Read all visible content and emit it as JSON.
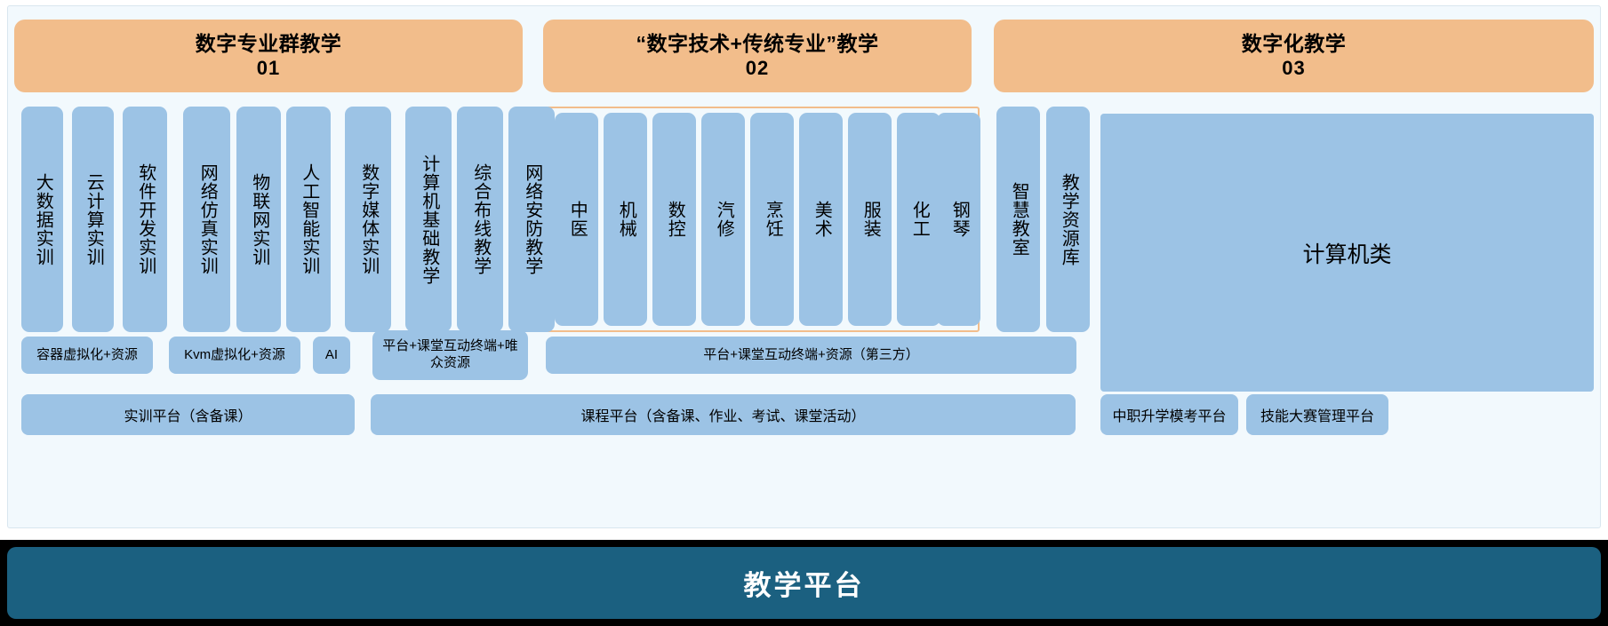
{
  "diagram": {
    "title_bar": {
      "label": "教学平台"
    },
    "colors": {
      "header_orange": "#f2bd8b",
      "box_blue": "#9cc3e5",
      "panel_bg": "#f2f9fd",
      "teal": "#1b6080",
      "frame_orange": "#f2bd8b"
    },
    "sections": [
      {
        "id": "01",
        "title": "数字专业群教学",
        "number": "01"
      },
      {
        "id": "02",
        "title": "“数字技术+传统专业”教学",
        "number": "02"
      },
      {
        "id": "03",
        "title": "数字化教学",
        "number": "03"
      }
    ],
    "columns": [
      {
        "label": "大数据实训",
        "group": "01"
      },
      {
        "label": "云计算实训",
        "group": "01"
      },
      {
        "label": "软件开发实训",
        "group": "01"
      },
      {
        "label": "网络仿真实训",
        "group": "01"
      },
      {
        "label": "物联网实训",
        "group": "01"
      },
      {
        "label": "人工智能实训",
        "group": "01"
      },
      {
        "label": "数字媒体实训",
        "group": "01"
      },
      {
        "label": "计算机基础教学",
        "group": "01"
      },
      {
        "label": "综合布线教学",
        "group": "01"
      },
      {
        "label": "网络安防教学",
        "group": "01"
      },
      {
        "label": "中医",
        "group": "02"
      },
      {
        "label": "机械",
        "group": "02"
      },
      {
        "label": "数控",
        "group": "02"
      },
      {
        "label": "汽修",
        "group": "02"
      },
      {
        "label": "烹饪",
        "group": "02"
      },
      {
        "label": "美术",
        "group": "02"
      },
      {
        "label": "服装",
        "group": "02"
      },
      {
        "label": "化工",
        "group": "02"
      },
      {
        "label": "钢琴",
        "group": "02"
      },
      {
        "label": "智慧教室",
        "group": "03"
      },
      {
        "label": "教学资源库",
        "group": "03"
      }
    ],
    "big_block": {
      "label": "计算机类"
    },
    "resource_row": [
      {
        "label": "容器虚拟化+资源"
      },
      {
        "label": "Kvm虚拟化+资源"
      },
      {
        "label": "AI"
      },
      {
        "label": "平台+课堂互动终端+唯众资源"
      },
      {
        "label": "平台+课堂互动终端+资源（第三方）"
      }
    ],
    "platform_row": [
      {
        "label": "实训平台（含备课）"
      },
      {
        "label": "课程平台（含备课、作业、考试、课堂活动）"
      },
      {
        "label": "中职升学模考平台"
      },
      {
        "label": "技能大赛管理平台"
      }
    ]
  }
}
